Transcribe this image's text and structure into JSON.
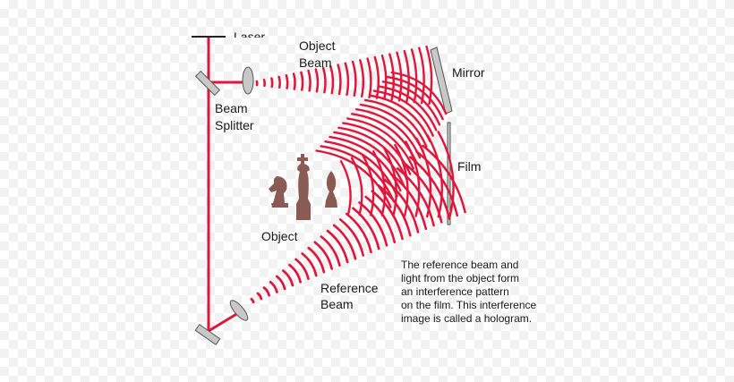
{
  "labels": {
    "laser": "Laser",
    "object_beam_1": "Object",
    "object_beam_2": "Beam",
    "mirror": "Mirror",
    "beam_splitter_1": "Beam",
    "beam_splitter_2": "Splitter",
    "film": "Film",
    "object": "Object",
    "reference_beam_1": "Reference",
    "reference_beam_2": "Beam"
  },
  "caption": [
    "The reference beam and",
    "light from the object form",
    "an interference pattern",
    "on the film. This interference",
    "image is called a hologram."
  ],
  "colors": {
    "beam": "#e0163a",
    "optic_fill": "#c8c8c8",
    "optic_stroke": "#555555",
    "chess_piece": "#8a5a55"
  }
}
